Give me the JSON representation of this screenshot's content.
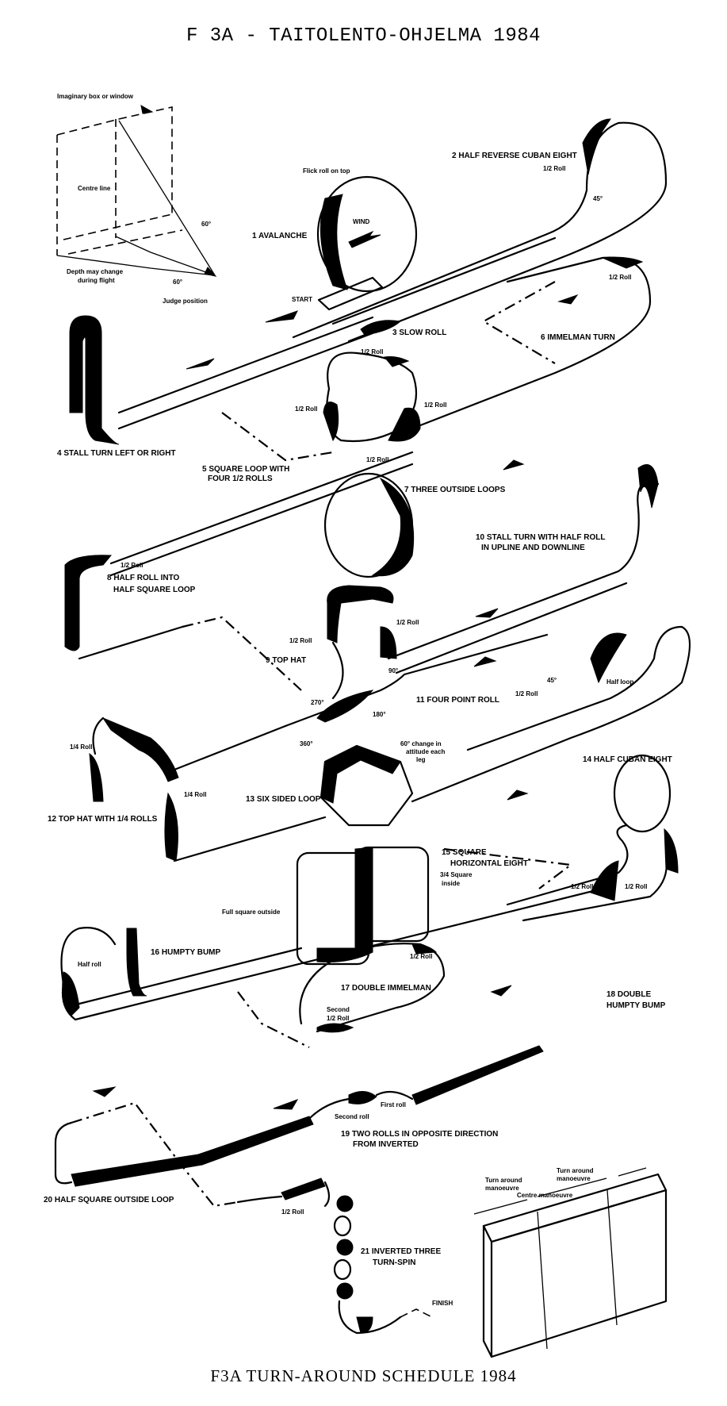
{
  "header": {
    "title": "F 3A - TAITOLENTO-OHJELMA  1984"
  },
  "footer": {
    "title": "F3A TURN-AROUND SCHEDULE 1984"
  },
  "judge_diagram": {
    "box_label": "Imaginary box or window",
    "centre_line": "Centre line",
    "angle_upper": "60°",
    "angle_lower": "60°",
    "depth_note_1": "Depth may change",
    "depth_note_2": "during flight",
    "judge_position": "Judge position"
  },
  "flow": {
    "start": "START",
    "finish": "FINISH",
    "wind": "WIND"
  },
  "manoeuvres": [
    {
      "num": "1",
      "name": "1 AVALANCHE",
      "notes": [
        "Flick roll on top"
      ]
    },
    {
      "num": "2",
      "name": "2 HALF REVERSE CUBAN EIGHT",
      "notes": [
        "1/2 Roll",
        "45°"
      ]
    },
    {
      "num": "3",
      "name": "3 SLOW ROLL",
      "notes": []
    },
    {
      "num": "4",
      "name": "4 STALL TURN LEFT OR RIGHT",
      "notes": []
    },
    {
      "num": "5",
      "name_1": "5 SQUARE LOOP WITH",
      "name_2": "FOUR 1/2 ROLLS",
      "notes": [
        "1/2 Roll",
        "1/2 Roll",
        "1/2 Roll",
        "1/2 Roll"
      ]
    },
    {
      "num": "6",
      "name": "6 IMMELMAN TURN",
      "notes": [
        "1/2 Roll"
      ]
    },
    {
      "num": "7",
      "name": "7 THREE OUTSIDE LOOPS",
      "notes": []
    },
    {
      "num": "8",
      "name_1": "8 HALF ROLL INTO",
      "name_2": "HALF SQUARE LOOP",
      "notes": [
        "1/2 Roll"
      ]
    },
    {
      "num": "9",
      "name": "9 TOP HAT",
      "notes": [
        "1/2 Roll",
        "1/2 Roll"
      ]
    },
    {
      "num": "10",
      "name_1": "10 STALL TURN WITH HALF ROLL",
      "name_2": "IN UPLINE AND DOWNLINE",
      "notes": []
    },
    {
      "num": "11",
      "name": "11 FOUR POINT ROLL",
      "notes": [
        "90°",
        "180°",
        "270°",
        "360°"
      ]
    },
    {
      "num": "12",
      "name": "12 TOP HAT WITH 1/4 ROLLS",
      "notes": [
        "1/4 Roll",
        "1/4 Roll"
      ]
    },
    {
      "num": "13",
      "name": "13 SIX SIDED LOOP",
      "notes": [
        "60° change in",
        "attitude each",
        "leg"
      ]
    },
    {
      "num": "14",
      "name": "14 HALF CUBAN EIGHT",
      "notes": [
        "45°",
        "1/2 Roll",
        "Half loop"
      ]
    },
    {
      "num": "15",
      "name_1": "15 SQUARE",
      "name_2": "HORIZONTAL EIGHT",
      "notes": [
        "3/4 Square",
        "inside",
        "Full square outside"
      ]
    },
    {
      "num": "16",
      "name": "16 HUMPTY BUMP",
      "notes": [
        "Half roll"
      ]
    },
    {
      "num": "17",
      "name": "17 DOUBLE IMMELMAN",
      "notes": [
        "1/2 Roll",
        "Second",
        "1/2 Roll"
      ]
    },
    {
      "num": "18",
      "name_1": "18 DOUBLE",
      "name_2": "HUMPTY BUMP",
      "notes": [
        "1/2 Roll",
        "1/2 Roll"
      ]
    },
    {
      "num": "19",
      "name_1": "19 TWO ROLLS IN OPPOSITE DIRECTION",
      "name_2": "FROM INVERTED",
      "notes": [
        "First roll",
        "Second roll"
      ]
    },
    {
      "num": "20",
      "name": "20 HALF SQUARE OUTSIDE LOOP",
      "notes": []
    },
    {
      "num": "21",
      "name_1": "21 INVERTED THREE",
      "name_2": "TURN-SPIN",
      "notes": [
        "1/2 Roll"
      ]
    }
  ],
  "box_legend": {
    "turn_around_left_1": "Turn around",
    "turn_around_left_2": "manoeuvre",
    "turn_around_right_1": "Turn around",
    "turn_around_right_2": "manoeuvre",
    "centre_manoeuvre": "Centre manoeuvre"
  }
}
